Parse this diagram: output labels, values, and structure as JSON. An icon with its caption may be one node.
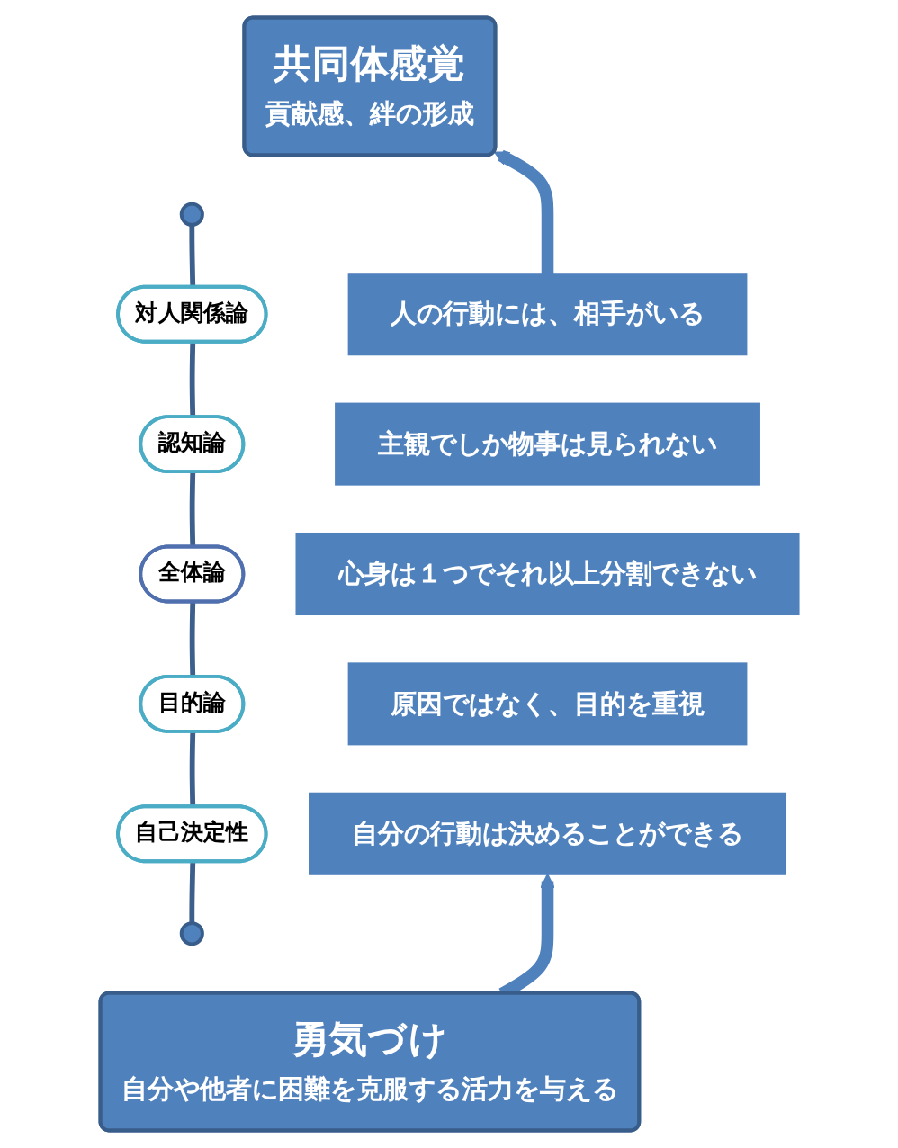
{
  "diagram": {
    "nodes": [
      {
        "text": [
          "共同体感覚",
          "貢献感、絆の形成"
        ]
      },
      {
        "text": [],
        "shape": "circle"
      },
      {
        "text": [
          "対人関係論"
        ]
      },
      {
        "text": [
          "人の行動には、相手がいる"
        ]
      },
      {
        "text": [
          "認知論"
        ]
      },
      {
        "text": [
          "主観でしか物事は見られない"
        ]
      },
      {
        "text": [
          "全体論"
        ]
      },
      {
        "text": [
          "心身は１つでそれ以上分割できない"
        ]
      },
      {
        "text": [
          "目的論"
        ]
      },
      {
        "text": [
          "原因ではなく、目的を重視"
        ]
      },
      {
        "text": [
          "自己決定性"
        ]
      },
      {
        "text": [
          "自分の行動は決めることができる"
        ]
      },
      {
        "text": [],
        "shape": "circle"
      },
      {
        "text": [
          "勇気づけ",
          "自分や他者に困難を克服する活力を与える"
        ]
      }
    ],
    "edges": [
      {
        "from": 13,
        "to": 11,
        "arrow": "to",
        "style": "thick",
        "color": "#4f81bd"
      },
      {
        "from": 12,
        "to": 10,
        "arrow": "none"
      },
      {
        "from": 10,
        "to": 8,
        "arrow": "none"
      },
      {
        "from": 8,
        "to": 6,
        "arrow": "none"
      },
      {
        "from": 6,
        "to": 4,
        "arrow": "none"
      },
      {
        "from": 4,
        "to": 2,
        "arrow": "none"
      },
      {
        "from": 2,
        "to": 1,
        "arrow": "none"
      },
      {
        "from": 3,
        "to": 0,
        "arrow": "to",
        "style": "thick",
        "color": "#4f81bd"
      }
    ]
  }
}
